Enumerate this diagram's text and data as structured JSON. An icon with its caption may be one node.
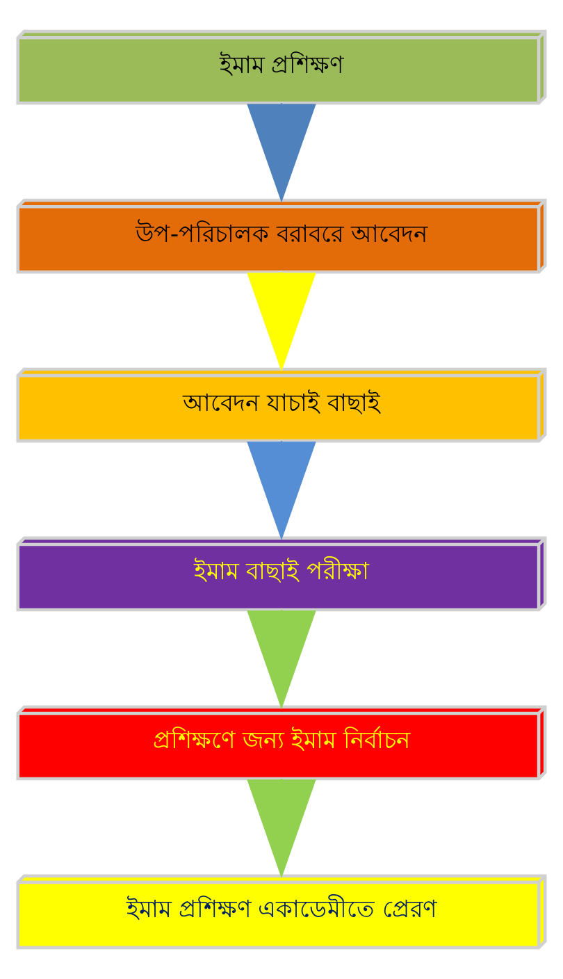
{
  "diagram": {
    "nodes": [
      {
        "text": [
          "ইমাম প্রশিক্ষণ"
        ]
      },
      {
        "text": [
          "উপ-পরিচালক বরাবরে আবেদন"
        ]
      },
      {
        "text": [
          "আবেদন যাচাই বাছাই"
        ]
      },
      {
        "text": [
          "ইমাম বাছাই পরীক্ষা"
        ]
      },
      {
        "text": [
          "প্রশিক্ষণে জন্য ইমাম নির্বাচন"
        ]
      },
      {
        "text": [
          "ইমাম প্রশিক্ষণ একাডেমীতে প্রেরণ"
        ]
      }
    ],
    "edges": [
      {
        "from": 0,
        "to": 1,
        "arrow": "to",
        "color": "#4f81bd"
      },
      {
        "from": 1,
        "to": 2,
        "arrow": "to",
        "color": "#ffff00"
      },
      {
        "from": 2,
        "to": 3,
        "arrow": "to",
        "color": "#558ed5"
      },
      {
        "from": 3,
        "to": 4,
        "arrow": "to",
        "color": "#92d050"
      },
      {
        "from": 4,
        "to": 5,
        "arrow": "to",
        "color": "#92d050"
      }
    ]
  }
}
